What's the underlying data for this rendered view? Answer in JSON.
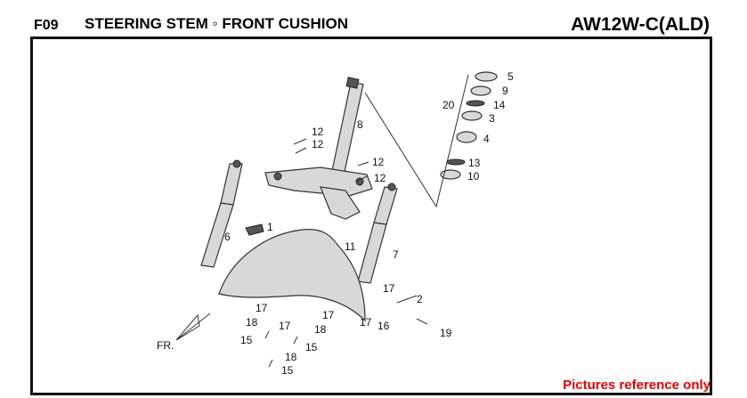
{
  "header": {
    "code": "F09",
    "title": "STEERING STEM ◦ FRONT CUSHION",
    "model": "AW12W-C(ALD)"
  },
  "footer": {
    "note": "Pictures reference only",
    "note_color": "#e00000"
  },
  "diagram": {
    "direction_label": "FR.",
    "labels": [
      "1",
      "2",
      "3",
      "4",
      "5",
      "6",
      "7",
      "8",
      "9",
      "10",
      "11",
      "12",
      "12",
      "12",
      "12",
      "13",
      "14",
      "15",
      "15",
      "15",
      "16",
      "17",
      "17",
      "17",
      "17",
      "17",
      "18",
      "18",
      "18",
      "19",
      "20"
    ]
  }
}
